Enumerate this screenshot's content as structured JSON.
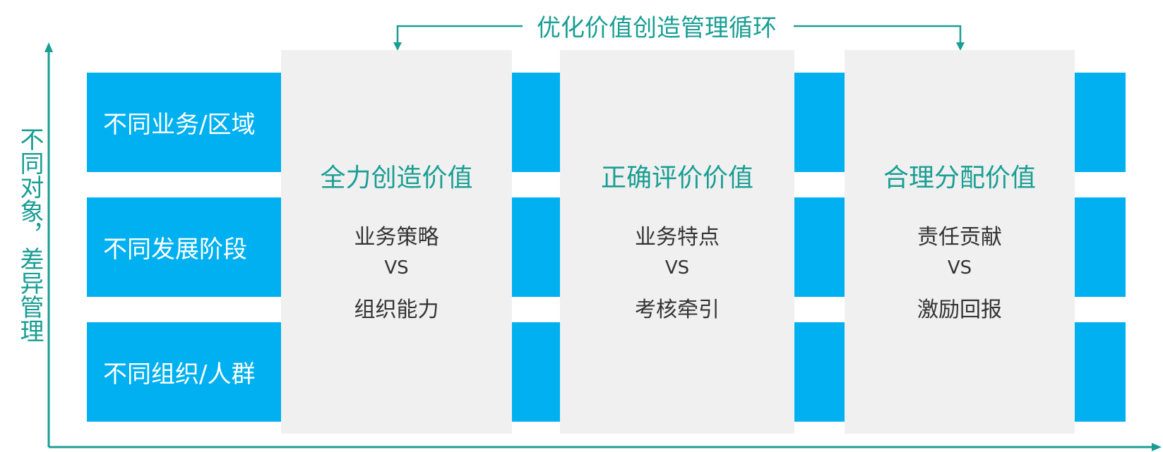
{
  "cycle_title": "优化价值创造管理循环",
  "y_axis_label": "不同对象，差异管理",
  "rows": [
    {
      "label": "不同业务/区域"
    },
    {
      "label": "不同发展阶段"
    },
    {
      "label": "不同组织/人群"
    }
  ],
  "panels": [
    {
      "title": "全力创造价值",
      "line1": "业务策略",
      "vs": "VS",
      "line2": "组织能力"
    },
    {
      "title": "正确评价价值",
      "line1": "业务特点",
      "vs": "VS",
      "line2": "考核牵引"
    },
    {
      "title": "合理分配价值",
      "line1": "责任贡献",
      "vs": "VS",
      "line2": "激励回报"
    }
  ],
  "colors": {
    "band": "#00b0f0",
    "panel": "#f0f0f0",
    "accent": "#1a9e94",
    "text": "#333333"
  }
}
